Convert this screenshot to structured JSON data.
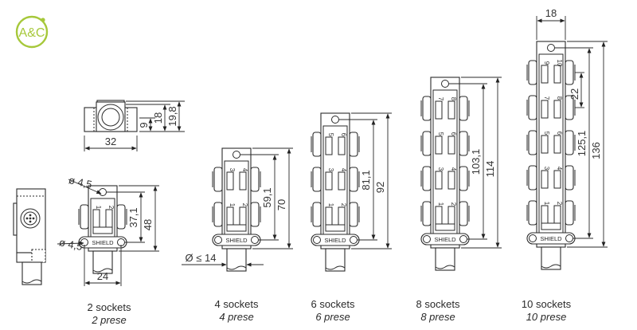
{
  "logo": {
    "text": "A&C",
    "color": "#a6c83a"
  },
  "side_view": {
    "width_label": "32",
    "height_labels": [
      "9",
      "18",
      "19,8"
    ]
  },
  "connectors": [
    {
      "id": "2",
      "sockets": 2,
      "caption_en": "2 sockets",
      "caption_it": "2 prese",
      "socket_numbers": [
        "1",
        "2"
      ],
      "dims": {
        "height": "48",
        "hole_spacing": "37,1",
        "width": "24",
        "hole_top": "ø 4,5",
        "hole_bottom": "ø 4,5"
      }
    },
    {
      "id": "4",
      "sockets": 4,
      "caption_en": "4 sockets",
      "caption_it": "4 prese",
      "socket_numbers": [
        "1",
        "2",
        "3",
        "4"
      ],
      "dims": {
        "height": "70",
        "hole_spacing": "59,1",
        "cable": "Ø ≤ 14"
      }
    },
    {
      "id": "6",
      "sockets": 6,
      "caption_en": "6 sockets",
      "caption_it": "6 prese",
      "socket_numbers": [
        "1",
        "2",
        "3",
        "4",
        "5",
        "6"
      ],
      "dims": {
        "height": "92",
        "hole_spacing": "81,1"
      }
    },
    {
      "id": "8",
      "sockets": 8,
      "caption_en": "8 sockets",
      "caption_it": "8 prese",
      "socket_numbers": [
        "1",
        "2",
        "3",
        "4",
        "5",
        "6",
        "7",
        "8"
      ],
      "dims": {
        "height": "114",
        "hole_spacing": "103,1"
      }
    },
    {
      "id": "10",
      "sockets": 10,
      "caption_en": "10 sockets",
      "caption_it": "10 prese",
      "socket_numbers": [
        "1",
        "2",
        "3",
        "4",
        "5",
        "6",
        "7",
        "8",
        "9",
        "10"
      ],
      "dims": {
        "height": "136",
        "hole_spacing": "125,1",
        "width": "18",
        "pitch": "22"
      }
    }
  ],
  "shield_label": "SHIELD"
}
